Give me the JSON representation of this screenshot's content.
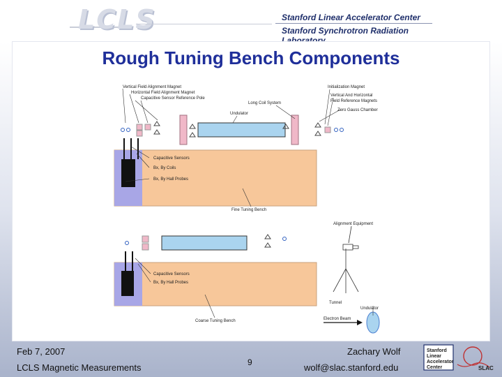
{
  "header": {
    "logo": "LCLS",
    "org_line1": "Stanford Linear Accelerator Center",
    "org_line2": "Stanford Synchrotron Radiation Laboratory"
  },
  "slide": {
    "title": "Rough Tuning Bench Components",
    "labels": {
      "vert_field_magnet": "Vertical Field Alignment Magnet",
      "horiz_field_magnet": "Horizontal Field Alignment Magnet",
      "cap_sensor_pole": "Capacitive Sensor Reference Pole",
      "long_coil": "Long Coil System",
      "undulator": "Undulator",
      "initialization_magnet": "Initialization Magnet",
      "vh_field_ref": "Vertical And Horizontal",
      "vh_field_ref2": "Field Reference Magnets",
      "zero_gauss": "Zero Gauss Chamber",
      "cap_sensors_top": "Capacitive Sensors",
      "bx_by_coils": "Bx, By Coils",
      "bx_by_hall_top": "Bx, By Hall Probes",
      "fine_bench": "Fine Tuning Bench",
      "alignment_equipment": "Alignment Equipment",
      "cap_sensors_bottom": "Capacitive Sensors",
      "bx_by_hall_bottom": "Bx, By Hall Probes",
      "tunnel": "Tunnel",
      "undulator_tunnel": "Undulator",
      "coarse_bench": "Coarse Tuning Bench",
      "electron_beam": "Electron Beam"
    }
  },
  "footer": {
    "date": "Feb 7, 2007",
    "subject": "LCLS Magnetic Measurements",
    "page": "9",
    "author": "Zachary Wolf",
    "email": "wolf@slac.stanford.edu",
    "slac_logo": "Stanford Linear Accelerator Center",
    "slac_short": "SLAC"
  },
  "colors": {
    "title": "#1f2f9a",
    "bench": "#f7c79a",
    "bench_side": "#a8a6e6",
    "undulator": "#aad4ef",
    "magnet": "#f0b8c8",
    "beam": "#4a7fd1"
  }
}
